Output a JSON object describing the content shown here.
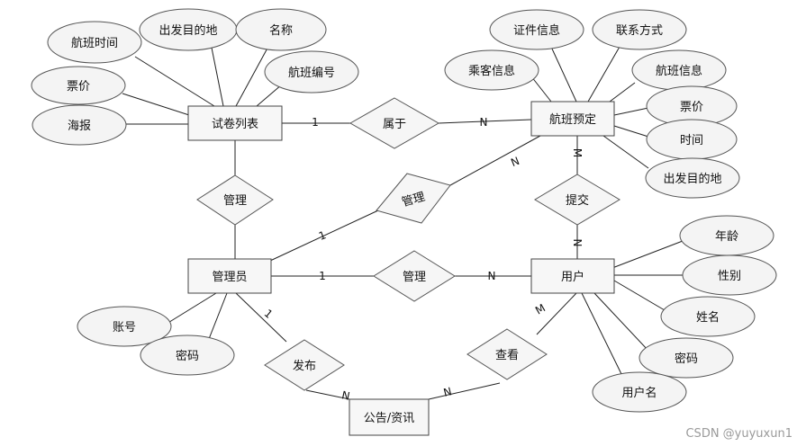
{
  "entities": {
    "paper_list": "试卷列表",
    "booking": "航班预定",
    "admin": "管理员",
    "user": "用户",
    "notice": "公告/资讯"
  },
  "relationships": {
    "belongs": "属于",
    "manage_paper": "管理",
    "manage_booking": "管理",
    "manage_user": "管理",
    "submit": "提交",
    "publish": "发布",
    "view": "查看"
  },
  "attributes": {
    "paper_list": {
      "flight_time": "航班时间",
      "origin_dest": "出发目的地",
      "name": "名称",
      "flight_no": "航班编号",
      "price": "票价",
      "poster": "海报"
    },
    "booking": {
      "passenger_info": "乘客信息",
      "id_info": "证件信息",
      "contact": "联系方式",
      "flight_info": "航班信息",
      "price": "票价",
      "time": "时间",
      "origin_dest": "出发目的地"
    },
    "admin": {
      "account": "账号",
      "password": "密码"
    },
    "user": {
      "age": "年龄",
      "gender": "性别",
      "name": "姓名",
      "password": "密码",
      "username": "用户名"
    }
  },
  "cardinalities": {
    "paper_belongs": "1",
    "belongs_booking": "N",
    "admin_manage_booking": "1",
    "manage_booking_n": "N",
    "booking_submit": "M",
    "submit_user": "N",
    "admin_manage_user": "1",
    "manage_user_n": "N",
    "admin_publish": "1",
    "publish_notice": "N",
    "notice_view": "N",
    "view_user": "M"
  },
  "watermark": "CSDN @yuyuxun1"
}
